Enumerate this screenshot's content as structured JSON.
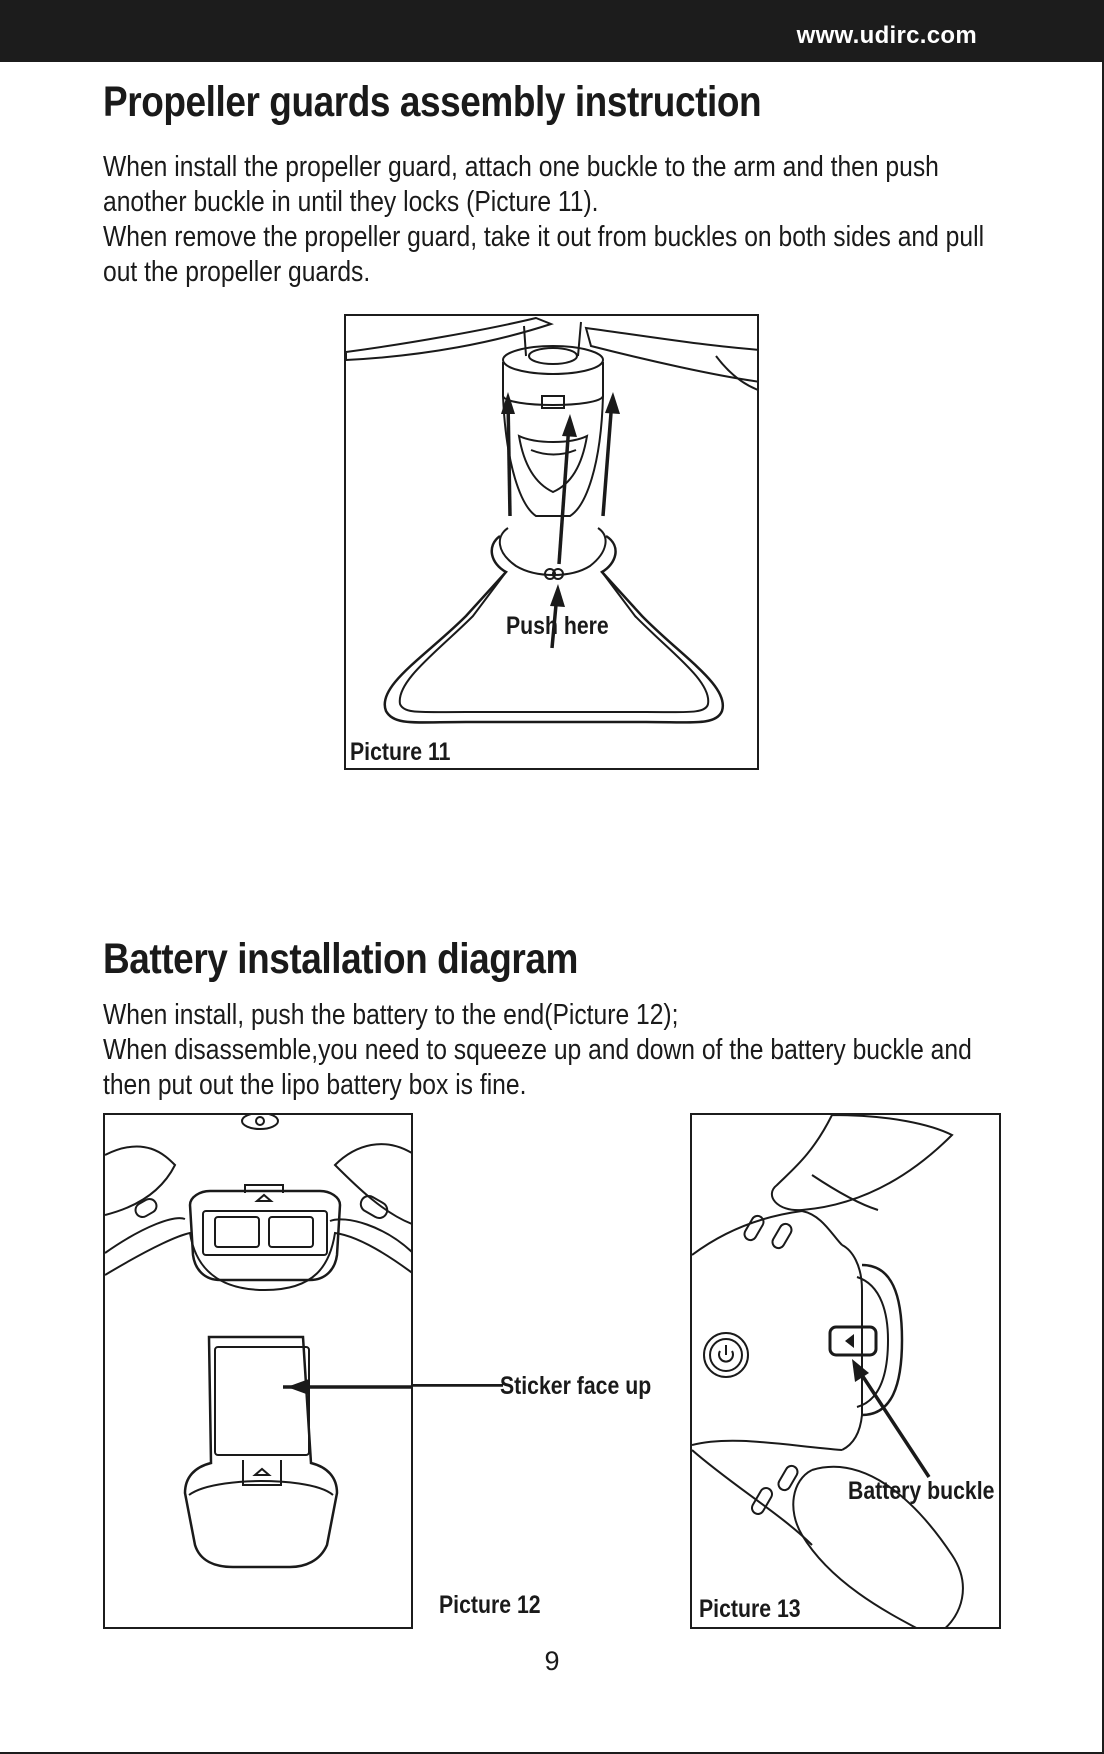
{
  "header": {
    "website": "www.udirc.com"
  },
  "section1": {
    "title": "Propeller guards assembly instruction",
    "paragraph1": "When install the propeller guard, attach one buckle to the arm and then push another buckle in until they locks (Picture 11).",
    "paragraph2": "When remove the propeller guard, take it out from buckles on both sides and pull out the propeller guards.",
    "figure": {
      "caption": "Picture 11",
      "callout": "Push here"
    }
  },
  "section2": {
    "title": "Battery installation diagram",
    "paragraph1": "When install, push the battery to the end(Picture 12);",
    "paragraph2": "When disassemble,you need to squeeze up and down of the battery buckle and then put out the lipo battery box is fine.",
    "figure12": {
      "caption": "Picture 12",
      "callout": "Sticker face up"
    },
    "figure13": {
      "caption": "Picture 13",
      "callout": "Battery buckle"
    }
  },
  "page_number": "9",
  "colors": {
    "ink": "#1a1a1a",
    "header_bar": "#1c1c1c",
    "background": "#ffffff"
  },
  "icons": [
    "power-icon",
    "arrow-icon",
    "triangle-button-icon"
  ]
}
